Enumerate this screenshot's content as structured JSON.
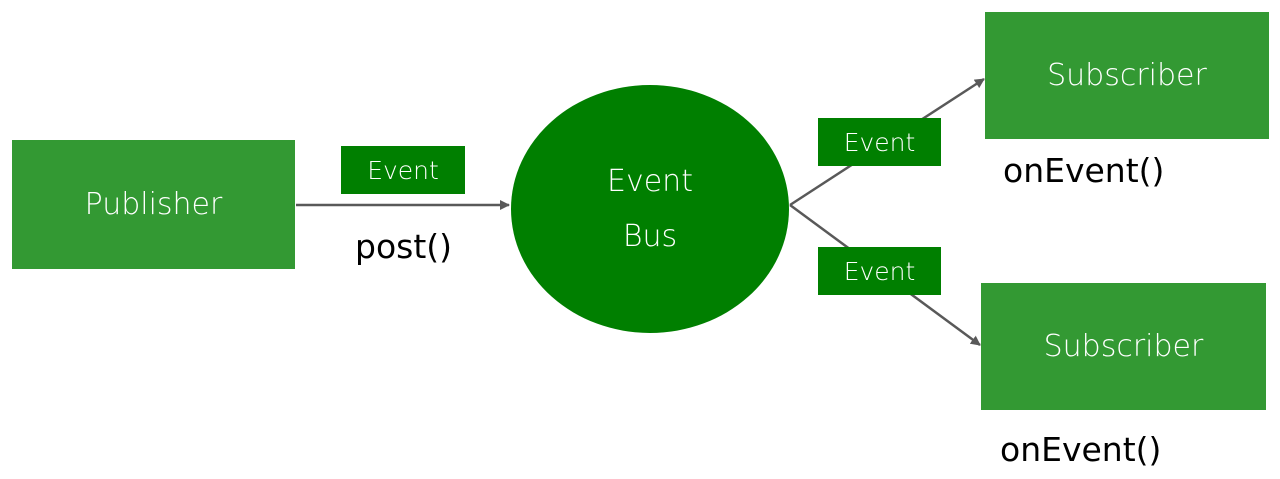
{
  "diagram": {
    "publisher": {
      "label": "Publisher"
    },
    "bus": {
      "line1": "Event",
      "line2": "Bus"
    },
    "subscribers": [
      {
        "label": "Subscriber",
        "method": "onEvent()"
      },
      {
        "label": "Subscriber",
        "method": "onEvent()"
      }
    ],
    "event_tags": [
      "Event",
      "Event",
      "Event"
    ],
    "publish_method": "post()"
  },
  "colors": {
    "node": "#339933",
    "bus": "#007f00",
    "tag": "#007f00",
    "arrow": "#595959"
  }
}
